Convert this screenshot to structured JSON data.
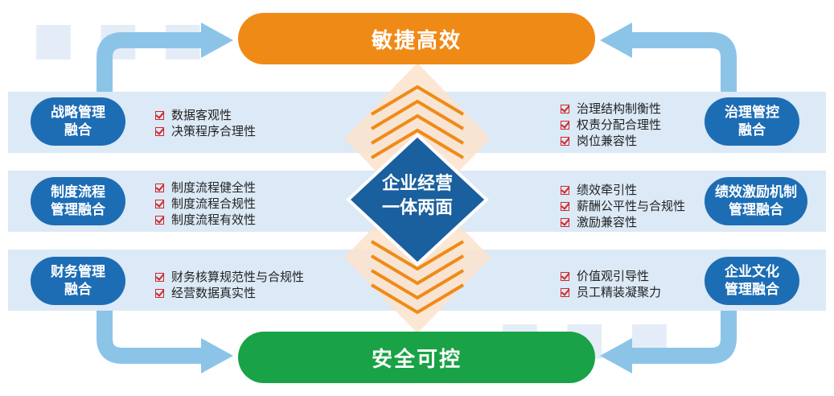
{
  "top_goal": "敏捷高效",
  "bottom_goal": "安全可控",
  "center": {
    "line1": "企业经营",
    "line2": "一体两面"
  },
  "left": [
    {
      "line1": "战略管理",
      "line2": "融合",
      "items": [
        "数据客观性",
        "决策程序合理性"
      ]
    },
    {
      "line1": "制度流程",
      "line2": "管理融合",
      "items": [
        "制度流程健全性",
        "制度流程合规性",
        "制度流程有效性"
      ]
    },
    {
      "line1": "财务管理",
      "line2": "融合",
      "items": [
        "财务核算规范性与合规性",
        "经营数据真实性"
      ]
    }
  ],
  "right": [
    {
      "line1": "治理管控",
      "line2": "融合",
      "items": [
        "治理结构制衡性",
        "权责分配合理性",
        "岗位兼容性"
      ]
    },
    {
      "line1": "绩效激励机制",
      "line2": "管理融合",
      "items": [
        "绩效牵引性",
        "薪酬公平性与合规性",
        "激励兼容性"
      ]
    },
    {
      "line1": "企业文化",
      "line2": "管理融合",
      "items": [
        "价值观引导性",
        "员工精装凝聚力"
      ]
    }
  ],
  "colors": {
    "orange": "#f08a17",
    "green": "#1aa246",
    "blue": "#1d6db5",
    "band": "#dce9f6",
    "arrow": "#8cc4e8",
    "chevron": "#f08a17",
    "check": "#d0262a"
  }
}
